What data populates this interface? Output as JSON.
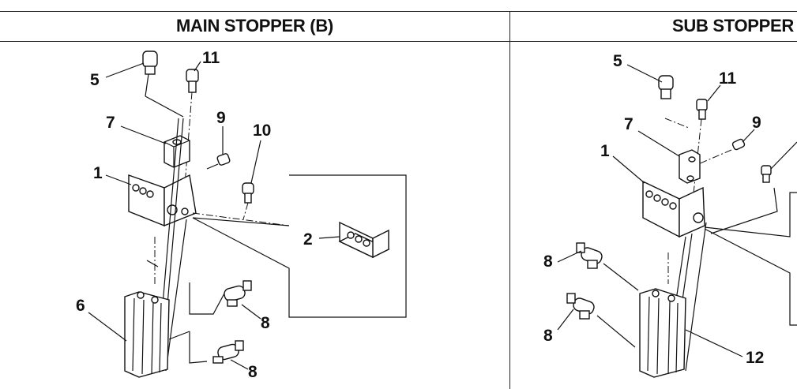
{
  "headers": {
    "left": "MAIN STOPPER (B)",
    "right": "SUB STOPPER"
  },
  "left_callouts": {
    "c5": "5",
    "c11": "11",
    "c7": "7",
    "c9": "9",
    "c10": "10",
    "c1": "1",
    "c2": "2",
    "c6": "6",
    "c8a": "8",
    "c8b": "8"
  },
  "right_callouts": {
    "c5": "5",
    "c11": "11",
    "c7": "7",
    "c9": "9",
    "c1": "1",
    "c8a": "8",
    "c8b": "8",
    "c12": "12"
  }
}
